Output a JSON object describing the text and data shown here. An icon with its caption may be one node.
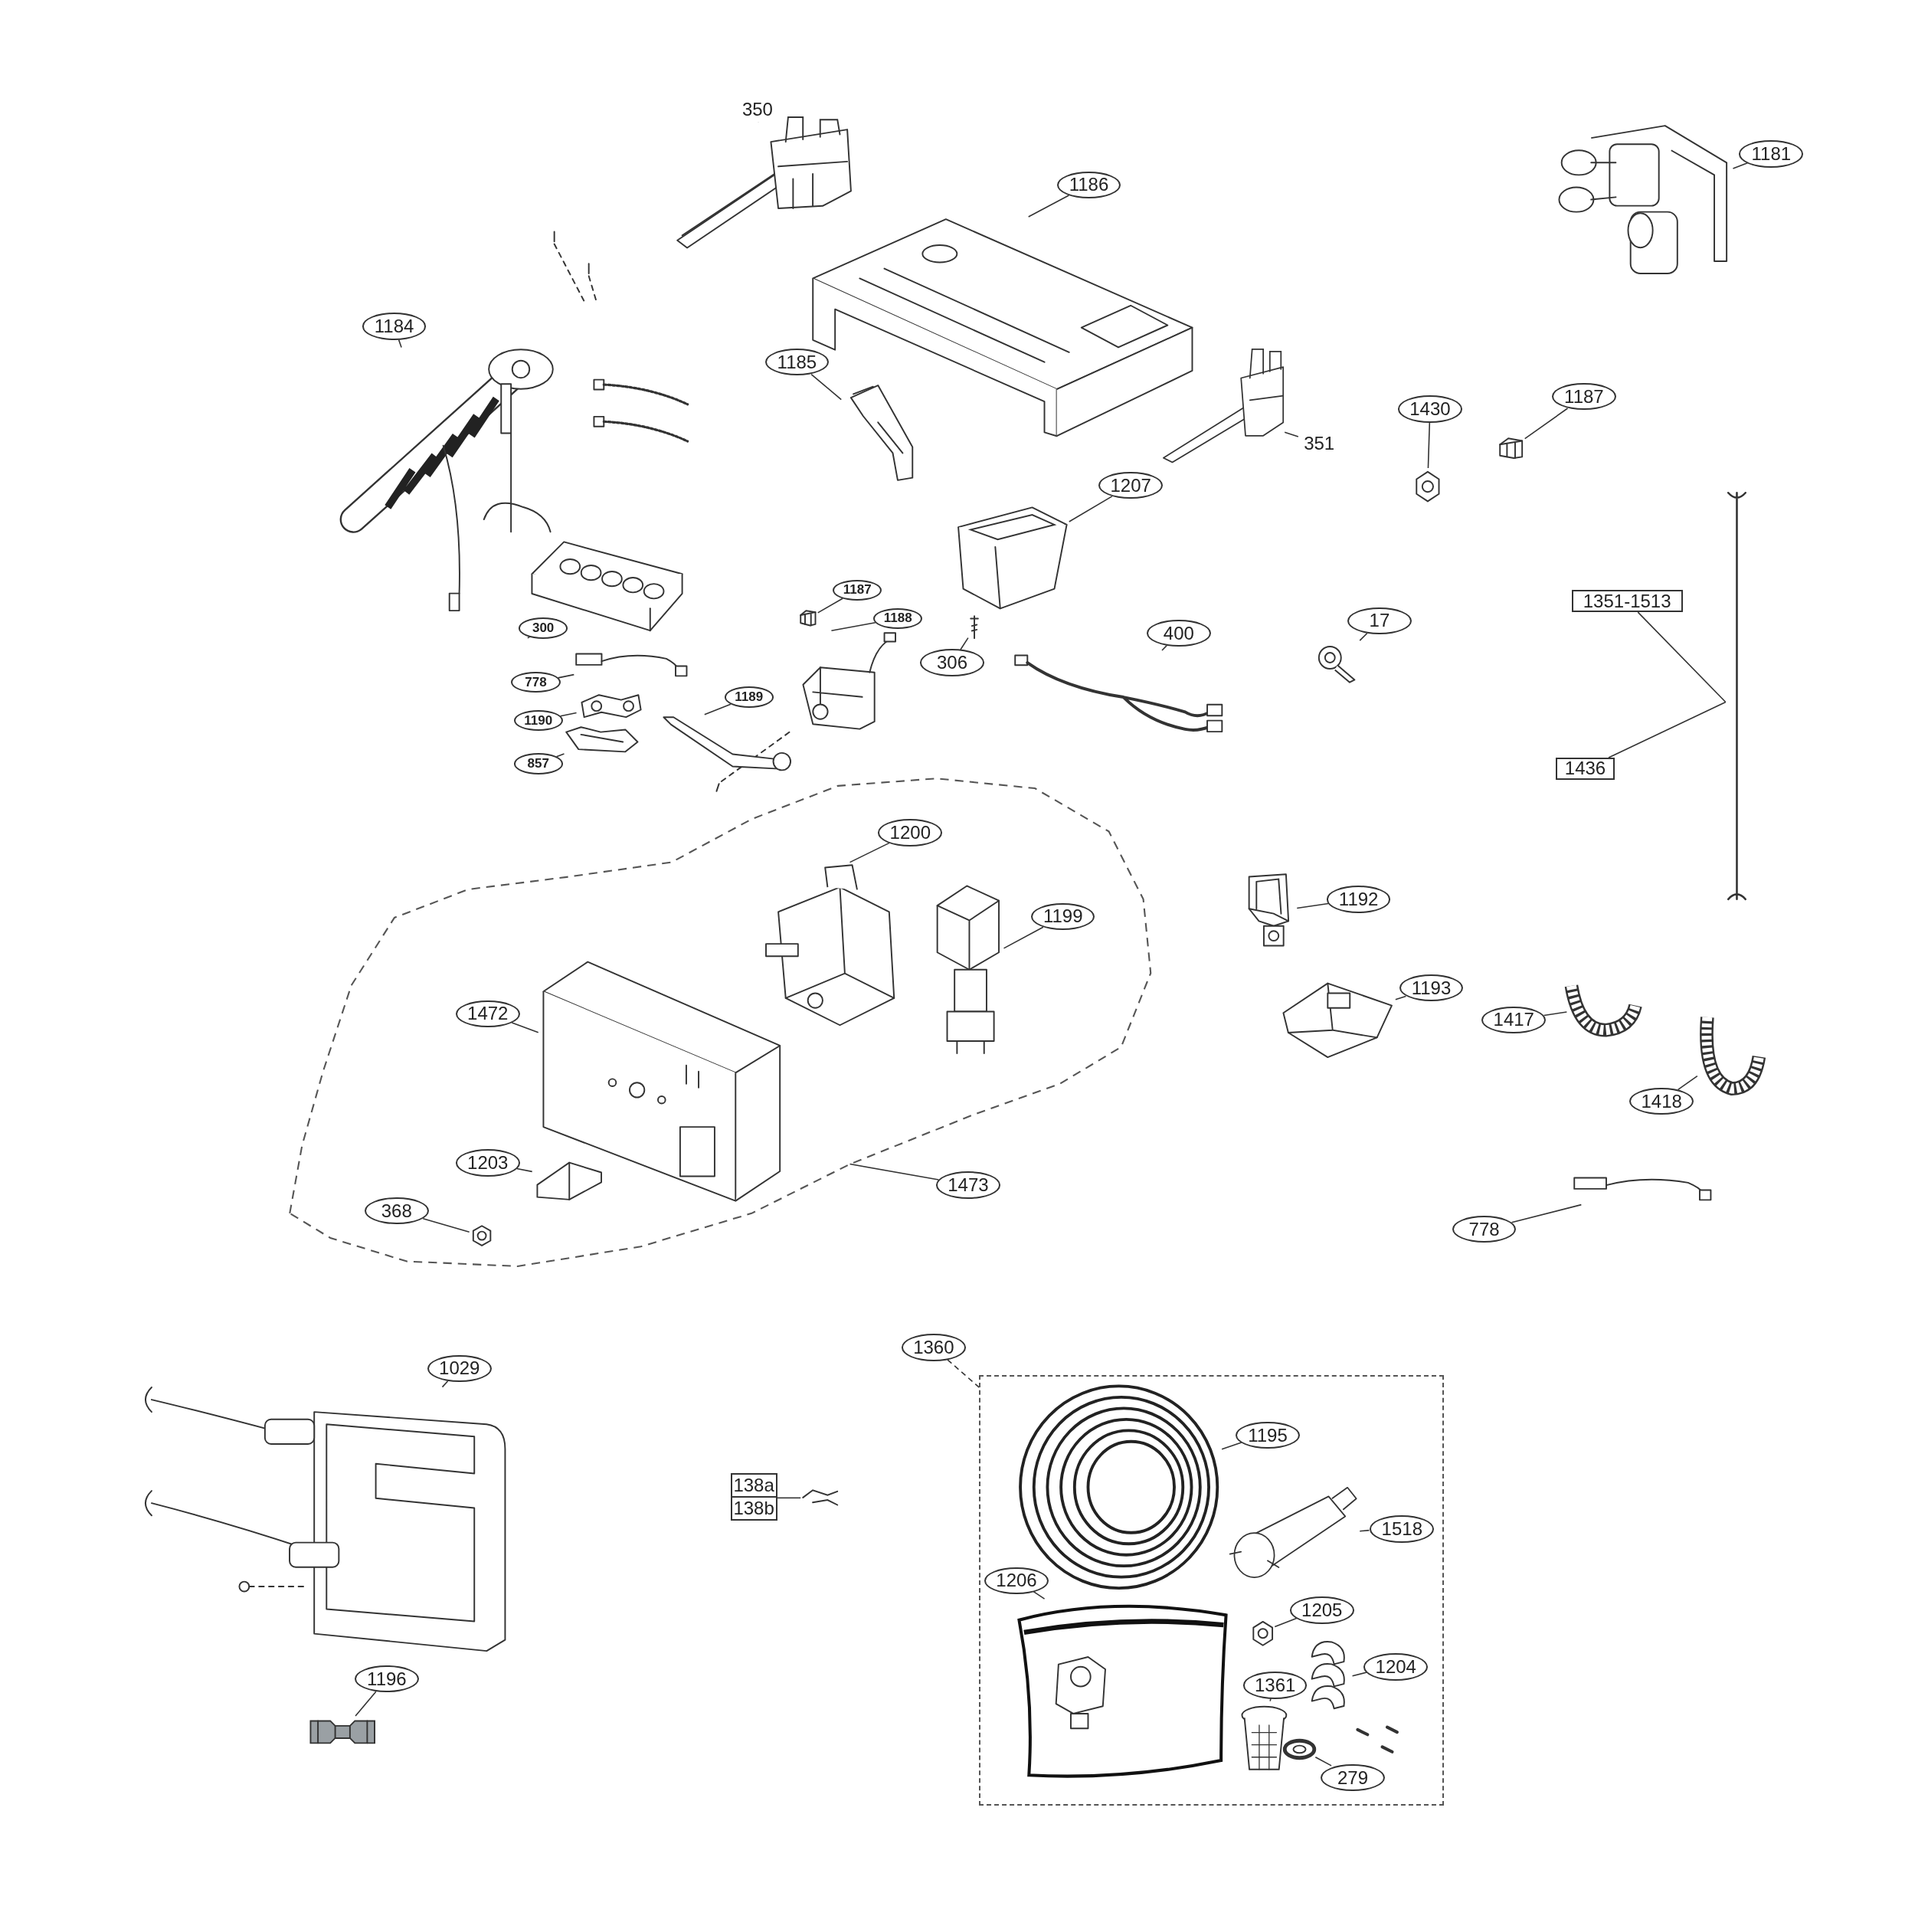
{
  "diagram": {
    "nodes": [
      {
        "text": [
          "350"
        ]
      },
      {
        "text": [],
        "shape": "picture"
      },
      {
        "text": [
          "1181"
        ]
      },
      {
        "text": [],
        "shape": "picture"
      },
      {
        "text": [
          "1186"
        ]
      },
      {
        "text": [],
        "shape": "picture"
      },
      {
        "text": [
          "1184"
        ]
      },
      {
        "text": [],
        "shape": "picture"
      },
      {
        "text": [
          "1185"
        ]
      },
      {
        "text": [],
        "shape": "picture"
      },
      {
        "text": [
          "1187"
        ]
      },
      {
        "text": [],
        "shape": "picture"
      },
      {
        "text": [
          "1430"
        ]
      },
      {
        "text": [],
        "shape": "picture"
      },
      {
        "text": [
          "351"
        ]
      },
      {
        "text": [],
        "shape": "picture"
      },
      {
        "text": [
          "1207"
        ]
      },
      {
        "text": [],
        "shape": "picture"
      },
      {
        "text": [
          "1351-1513"
        ]
      },
      {
        "text": [
          "1436"
        ]
      },
      {
        "text": [],
        "shape": "picture"
      },
      {
        "text": [
          "1187"
        ]
      },
      {
        "text": [],
        "shape": "picture"
      },
      {
        "text": [
          "1188"
        ]
      },
      {
        "text": [],
        "shape": "picture"
      },
      {
        "text": [
          "17"
        ]
      },
      {
        "text": [],
        "shape": "picture"
      },
      {
        "text": [
          "400"
        ]
      },
      {
        "text": [],
        "shape": "picture"
      },
      {
        "text": [
          "300"
        ]
      },
      {
        "text": [],
        "shape": "picture"
      },
      {
        "text": [
          "306"
        ]
      },
      {
        "text": [],
        "shape": "picture"
      },
      {
        "text": [
          "778"
        ]
      },
      {
        "text": [],
        "shape": "picture"
      },
      {
        "text": [
          "1189"
        ]
      },
      {
        "text": [],
        "shape": "picture"
      },
      {
        "text": [
          "1190"
        ]
      },
      {
        "text": [],
        "shape": "picture"
      },
      {
        "text": [
          "857"
        ]
      },
      {
        "text": [],
        "shape": "picture"
      },
      {
        "text": [],
        "shape": "cloud"
      },
      {
        "text": [
          "1200"
        ],
        "in": 41
      },
      {
        "text": [],
        "shape": "picture",
        "in": 41
      },
      {
        "text": [
          "1199"
        ],
        "in": 41
      },
      {
        "text": [],
        "shape": "picture",
        "in": 41
      },
      {
        "text": [
          "1472"
        ],
        "in": 41
      },
      {
        "text": [],
        "shape": "picture",
        "in": 41
      },
      {
        "text": [
          "1203"
        ],
        "in": 41
      },
      {
        "text": [],
        "shape": "picture",
        "in": 41
      },
      {
        "text": [
          "368"
        ],
        "in": 41
      },
      {
        "text": [],
        "shape": "picture",
        "in": 41
      },
      {
        "text": [
          "1473"
        ]
      },
      {
        "text": [
          "1192"
        ]
      },
      {
        "text": [],
        "shape": "picture"
      },
      {
        "text": [
          "1193"
        ]
      },
      {
        "text": [],
        "shape": "picture"
      },
      {
        "text": [
          "1417"
        ]
      },
      {
        "text": [],
        "shape": "picture"
      },
      {
        "text": [
          "1418"
        ]
      },
      {
        "text": [],
        "shape": "picture"
      },
      {
        "text": [
          "778"
        ]
      },
      {
        "text": [],
        "shape": "picture"
      },
      {
        "text": [
          "1360"
        ]
      },
      {
        "text": [],
        "shape": "box"
      },
      {
        "text": [
          "1029"
        ]
      },
      {
        "text": [],
        "shape": "picture"
      },
      {
        "text": [
          "1195"
        ],
        "in": 64
      },
      {
        "text": [],
        "shape": "picture",
        "in": 64
      },
      {
        "text": [
          "138a",
          "138b"
        ]
      },
      {
        "text": [],
        "shape": "picture"
      },
      {
        "text": [
          "1518"
        ],
        "in": 64
      },
      {
        "text": [],
        "shape": "picture",
        "in": 64
      },
      {
        "text": [
          "1206"
        ],
        "in": 64
      },
      {
        "text": [],
        "shape": "picture",
        "in": 64
      },
      {
        "text": [
          "1205"
        ],
        "in": 64
      },
      {
        "text": [],
        "shape": "picture",
        "in": 64
      },
      {
        "text": [
          "1204"
        ],
        "in": 64
      },
      {
        "text": [],
        "shape": "picture",
        "in": 64
      },
      {
        "text": [
          "1361"
        ],
        "in": 64
      },
      {
        "text": [],
        "shape": "picture",
        "in": 64
      },
      {
        "text": [
          "279"
        ],
        "in": 64
      },
      {
        "text": [],
        "shape": "picture",
        "in": 64
      },
      {
        "text": [
          "1196"
        ]
      },
      {
        "text": [],
        "shape": "picture"
      }
    ],
    "edges": [
      {
        "from": 0,
        "to": 1,
        "arrow": "none"
      },
      {
        "from": 2,
        "to": 3,
        "arrow": "none"
      },
      {
        "from": 4,
        "to": 5,
        "arrow": "none"
      },
      {
        "from": 6,
        "to": 7,
        "arrow": "none"
      },
      {
        "from": 8,
        "to": 9,
        "arrow": "none"
      },
      {
        "from": 10,
        "to": 11,
        "arrow": "none"
      },
      {
        "from": 12,
        "to": 13,
        "arrow": "none"
      },
      {
        "from": 14,
        "to": 15,
        "arrow": "none"
      },
      {
        "from": 16,
        "to": 17,
        "arrow": "none"
      },
      {
        "from": 18,
        "to": 20,
        "arrow": "none"
      },
      {
        "from": 19,
        "to": 20,
        "arrow": "none"
      },
      {
        "from": 21,
        "to": 22,
        "arrow": "none"
      },
      {
        "from": 23,
        "to": 24,
        "arrow": "none"
      },
      {
        "from": 25,
        "to": 26,
        "arrow": "none"
      },
      {
        "from": 27,
        "to": 28,
        "arrow": "none"
      },
      {
        "from": 29,
        "to": 30,
        "arrow": "none"
      },
      {
        "from": 31,
        "to": 32,
        "arrow": "none"
      },
      {
        "from": 33,
        "to": 34,
        "arrow": "none"
      },
      {
        "from": 35,
        "to": 36,
        "arrow": "none"
      },
      {
        "from": 37,
        "to": 38,
        "arrow": "none"
      },
      {
        "from": 39,
        "to": 40,
        "arrow": "none"
      },
      {
        "from": 42,
        "to": 43,
        "arrow": "none"
      },
      {
        "from": 44,
        "to": 45,
        "arrow": "none"
      },
      {
        "from": 46,
        "to": 47,
        "arrow": "none"
      },
      {
        "from": 48,
        "to": 49,
        "arrow": "none"
      },
      {
        "from": 50,
        "to": 51,
        "arrow": "none"
      },
      {
        "from": 52,
        "to": 41,
        "arrow": "none"
      },
      {
        "from": 53,
        "to": 54,
        "arrow": "none"
      },
      {
        "from": 55,
        "to": 56,
        "arrow": "none"
      },
      {
        "from": 57,
        "to": 58,
        "arrow": "none"
      },
      {
        "from": 59,
        "to": 60,
        "arrow": "none"
      },
      {
        "from": 61,
        "to": 62,
        "arrow": "none"
      },
      {
        "from": 63,
        "to": 64,
        "arrow": "none",
        "style": "dashed"
      },
      {
        "from": 65,
        "to": 66,
        "arrow": "none"
      },
      {
        "from": 67,
        "to": 68,
        "arrow": "none"
      },
      {
        "from": 69,
        "to": 70,
        "arrow": "none"
      },
      {
        "from": 71,
        "to": 72,
        "arrow": "none"
      },
      {
        "from": 73,
        "to": 74,
        "arrow": "none"
      },
      {
        "from": 75,
        "to": 76,
        "arrow": "none"
      },
      {
        "from": 77,
        "to": 78,
        "arrow": "none"
      },
      {
        "from": 79,
        "to": 80,
        "arrow": "none"
      },
      {
        "from": 81,
        "to": 82,
        "arrow": "none"
      },
      {
        "from": 83,
        "to": 84,
        "arrow": "none"
      }
    ]
  }
}
